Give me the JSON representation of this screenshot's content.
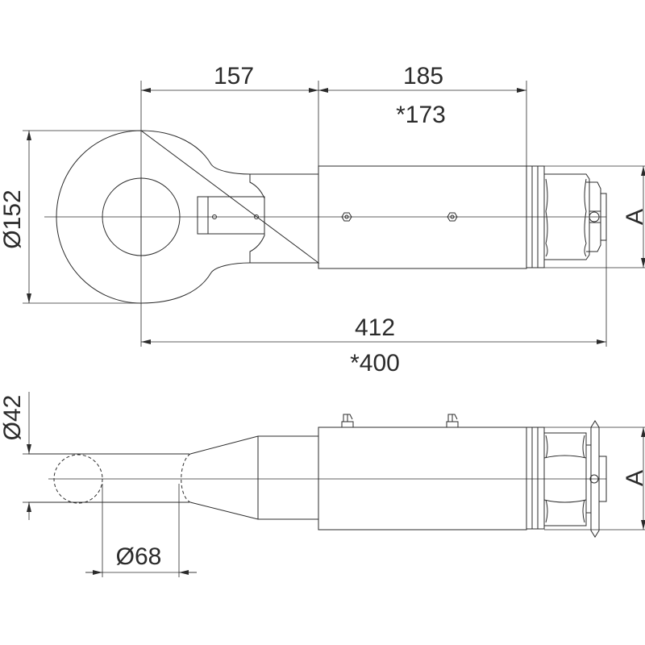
{
  "dimensions": {
    "top_left_length": "157",
    "top_right_length": "185",
    "top_right_alt": "*173",
    "eye_diameter": "Ø152",
    "overall_length": "412",
    "overall_alt": "*400",
    "shank_diameter": "Ø42",
    "ring_diameter": "Ø68",
    "hex_label_top": "A",
    "hex_label_bottom": "A"
  },
  "colors": {
    "line": "#2b2b2b",
    "background": "#ffffff"
  }
}
